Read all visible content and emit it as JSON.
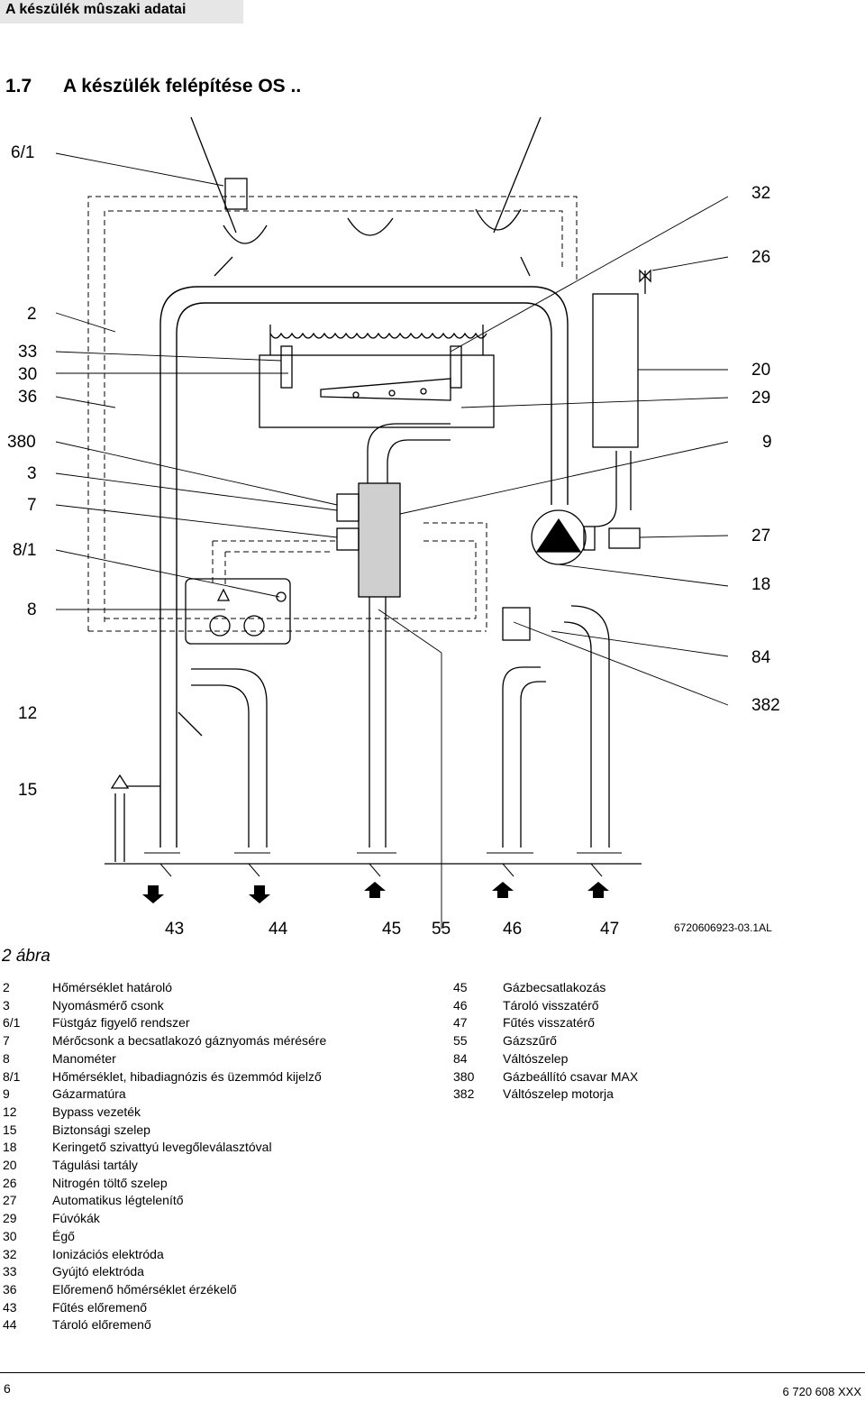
{
  "header": {
    "title": "A készülék mûszaki adatai"
  },
  "section": {
    "number": "1.7",
    "title": "A készülék felépítése OS .."
  },
  "callouts_left": [
    "6/1",
    "2",
    "33",
    "30",
    "36",
    "380",
    "3",
    "7",
    "8/1",
    "8",
    "12",
    "15"
  ],
  "callouts_right": [
    "32",
    "26",
    "20",
    "29",
    "9",
    "27",
    "18",
    "84",
    "382"
  ],
  "callouts_bottom": [
    "43",
    "44",
    "45",
    "55",
    "46",
    "47"
  ],
  "drawing_code": "6720606923-03.1AL",
  "figure_caption": "2 ábra",
  "legend_left": [
    {
      "n": "2",
      "t": "Hőmérséklet határoló"
    },
    {
      "n": "3",
      "t": "Nyomásmérő csonk"
    },
    {
      "n": "6/1",
      "t": "Füstgáz figyelő rendszer"
    },
    {
      "n": "7",
      "t": "Mérőcsonk a becsatlakozó gáznyomás mérésére"
    },
    {
      "n": "8",
      "t": "Manométer"
    },
    {
      "n": "8/1",
      "t": "Hőmérséklet, hibadiagnózis és üzemmód kijelző"
    },
    {
      "n": "9",
      "t": "Gázarmatúra"
    },
    {
      "n": "12",
      "t": "Bypass vezeték"
    },
    {
      "n": "15",
      "t": "Biztonsági szelep"
    },
    {
      "n": "18",
      "t": "Keringető szivattyú levegőleválasztóval"
    },
    {
      "n": "20",
      "t": "Tágulási tartály"
    },
    {
      "n": "26",
      "t": "Nitrogén töltő szelep"
    },
    {
      "n": "27",
      "t": "Automatikus légtelenítő"
    },
    {
      "n": "29",
      "t": "Fúvókák"
    },
    {
      "n": "30",
      "t": "Égő"
    },
    {
      "n": "32",
      "t": "Ionizációs elektróda"
    },
    {
      "n": "33",
      "t": "Gyújtó elektróda"
    },
    {
      "n": "36",
      "t": "Előremenő hőmérséklet érzékelő"
    },
    {
      "n": "43",
      "t": "Fűtés előremenő"
    },
    {
      "n": "44",
      "t": "Tároló előremenő"
    }
  ],
  "legend_right": [
    {
      "n": "45",
      "t": "Gázbecsatlakozás"
    },
    {
      "n": "46",
      "t": "Tároló visszatérő"
    },
    {
      "n": "47",
      "t": "Fűtés visszatérő"
    },
    {
      "n": "55",
      "t": "Gázszűrő"
    },
    {
      "n": "84",
      "t": "Váltószelep"
    },
    {
      "n": "380",
      "t": "Gázbeállító csavar MAX"
    },
    {
      "n": "382",
      "t": "Váltószelep motorja"
    }
  ],
  "footer": {
    "page": "6",
    "doc": "6 720 608 XXX"
  }
}
